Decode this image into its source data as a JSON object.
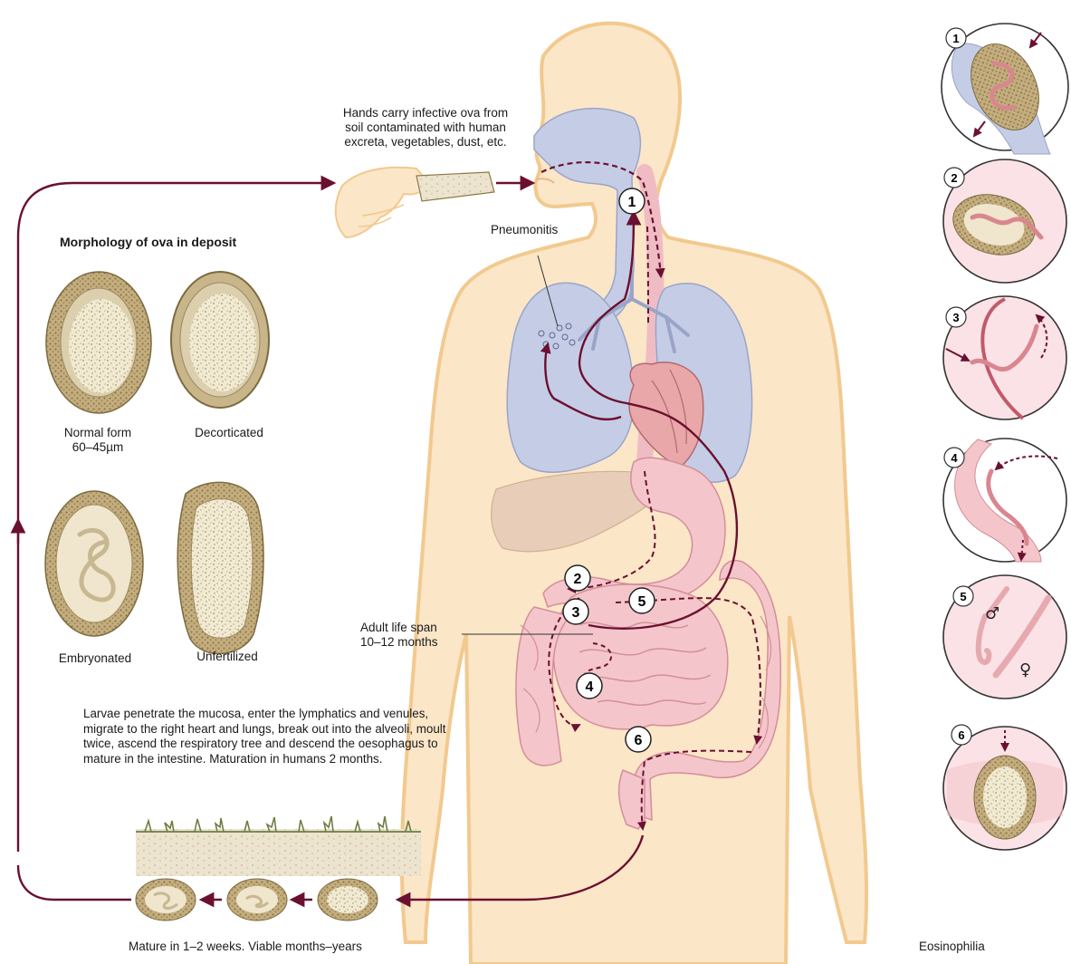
{
  "texts": {
    "hands": "Hands carry infective ova from soil contaminated with human excreta, vegetables, dust, etc.",
    "pneumonitis": "Pneumonitis",
    "morphology_title": "Morphology of ova in deposit",
    "adult_life_span": "Adult life span 10–12 months",
    "larvae_paragraph": "Larvae penetrate the mucosa, enter the lymphatics and venules, migrate to the right heart and lungs, break out into the alveoli, moult twice, ascend the respiratory tree and descend the oesophagus to mature in the intestine. Maturation in humans 2 months.",
    "mature": "Mature in 1–2 weeks. Viable months–years",
    "eosinophilia": "Eosinophilia"
  },
  "ova_forms": [
    {
      "name": "Normal form",
      "size": "60–45µm"
    },
    {
      "name": "Decorticated",
      "size": ""
    },
    {
      "name": "Embryonated",
      "size": ""
    },
    {
      "name": "Unfertilized",
      "size": ""
    }
  ],
  "body_stage_numbers": [
    "1",
    "2",
    "3",
    "4",
    "5",
    "6"
  ],
  "inset_stage_numbers": [
    "1",
    "2",
    "3",
    "4",
    "5",
    "6"
  ],
  "sex_symbols": {
    "male": "♂",
    "female": "♀"
  },
  "colors": {
    "arrow": "#6b1030",
    "skin": "#fbe6c8",
    "skin_outline": "#f2c98e",
    "airway": "#c5cde6",
    "intestine": "#f4c6cc",
    "liver": "#e8cdb8",
    "heart": "#e9a7a9",
    "ovum_shell": "#b7a175"
  }
}
